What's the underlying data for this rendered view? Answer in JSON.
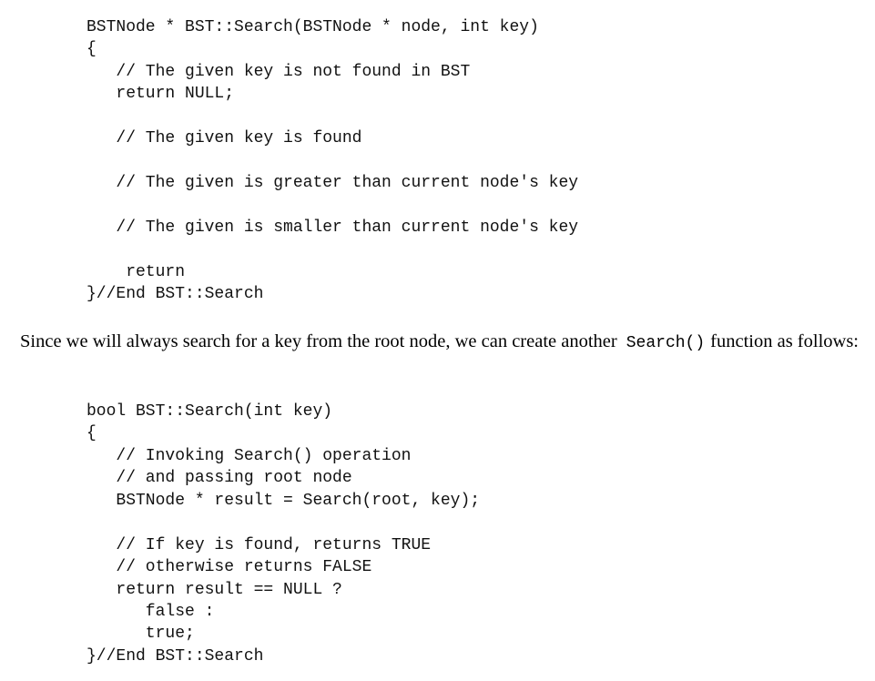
{
  "code_block_1": {
    "lines": [
      "BSTNode * BST::Search(BSTNode * node, int key)",
      "{",
      "   // The given key is not found in BST",
      "   return NULL;",
      "",
      "   // The given key is found",
      "",
      "   // The given is greater than current node's key",
      "",
      "   // The given is smaller than current node's key",
      "",
      "    return",
      "}//End BST::Search"
    ]
  },
  "paragraph": {
    "before": "Since we will always search for a key from the root node, we can create another",
    "code": "Search()",
    "after": "function as follows:"
  },
  "code_block_2": {
    "lines": [
      "bool BST::Search(int key)",
      "{",
      "   // Invoking Search() operation",
      "   // and passing root node",
      "   BSTNode * result = Search(root, key);",
      "",
      "   // If key is found, returns TRUE",
      "   // otherwise returns FALSE",
      "   return result == NULL ?",
      "      false :",
      "      true;",
      "}//End BST::Search"
    ]
  }
}
